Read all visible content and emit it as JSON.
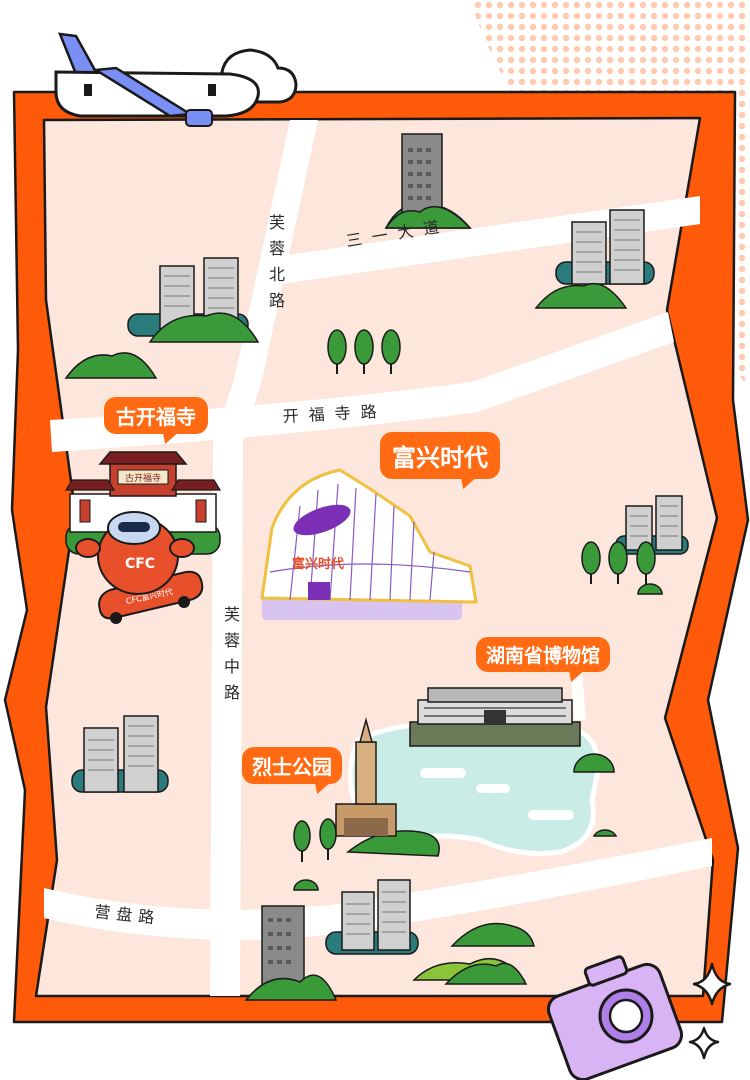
{
  "title": "",
  "roads": {
    "furong_north": "芙蓉北路",
    "sanyi": "三一大道",
    "kaifusi_road": "开福寺路",
    "furong_middle": "芙蓉中路",
    "yingpan": "营盘路"
  },
  "landmarks": {
    "gukaifusi": "古开福寺",
    "fuxing_shidai": "富兴时代",
    "museum": "湖南省博物馆",
    "martyrs_park": "烈士公园"
  },
  "signage": {
    "mascot_text": "CFC",
    "skateboard_text": "CFC富兴时代",
    "mall_sign": "富兴时代",
    "temple_plaque": "古开福寺"
  },
  "colors": {
    "frame": "#ff5a0a",
    "land": "#fde6dc",
    "road": "#ffffff",
    "callout": "#ff6a12",
    "tree": "#3a9a3a",
    "water": "#c9ece6",
    "accent_purple": "#7a2fb5"
  }
}
